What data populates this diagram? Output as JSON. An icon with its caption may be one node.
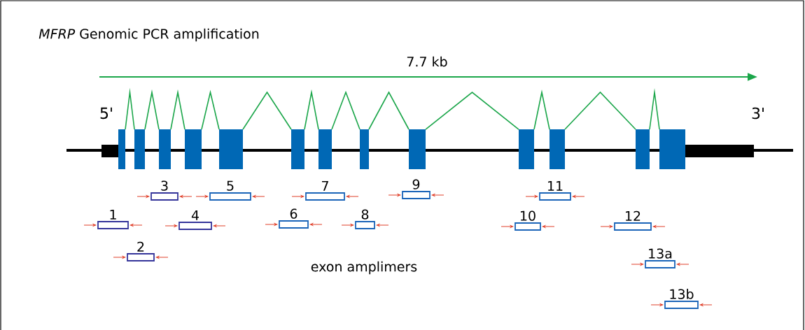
{
  "diagram": {
    "title": "*MFRP*  Genomic PCR amplification",
    "nodes": [
      {
        "text": [
          "1"
        ]
      },
      {
        "text": [
          "2"
        ]
      },
      {
        "text": [
          "3"
        ]
      },
      {
        "text": [
          "4"
        ]
      },
      {
        "text": [
          "5"
        ]
      },
      {
        "text": [
          "6"
        ]
      },
      {
        "text": [
          "7"
        ]
      },
      {
        "text": [
          "8"
        ]
      },
      {
        "text": [
          "9"
        ]
      },
      {
        "text": [
          "10"
        ]
      },
      {
        "text": [
          "11"
        ]
      },
      {
        "text": [
          "12"
        ]
      },
      {
        "text": [
          "13a"
        ]
      },
      {
        "text": [
          "13b"
        ]
      }
    ],
    "labels": [
      "7.7 kb",
      "5'",
      "3'",
      "exon amplimers"
    ]
  }
}
